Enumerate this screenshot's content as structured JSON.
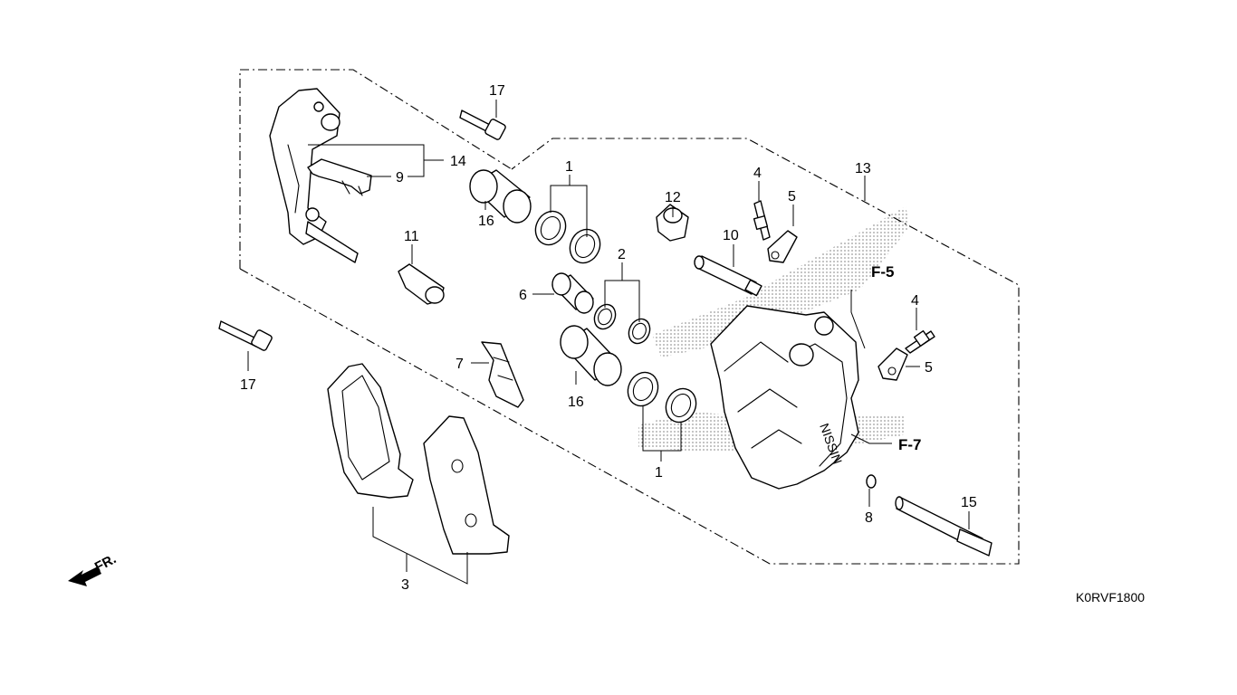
{
  "diagram": {
    "code": "K0RVF1800",
    "direction_label": "FR.",
    "references": [
      "F-5",
      "F-7"
    ],
    "brand_mark": "NISSIN",
    "callouts": {
      "c17a": "17",
      "c14": "14",
      "c9": "9",
      "c1a": "1",
      "c16a": "16",
      "c12": "12",
      "c4a": "4",
      "c5a": "5",
      "c13": "13",
      "c10": "10",
      "c11": "11",
      "c2": "2",
      "c6": "6",
      "c7": "7",
      "c16b": "16",
      "c1b": "1",
      "c17b": "17",
      "c4b": "4",
      "c5b": "5",
      "c8": "8",
      "c15": "15",
      "c3": "3"
    }
  },
  "colors": {
    "line": "#000000",
    "background": "#ffffff",
    "shading": "#000000"
  }
}
